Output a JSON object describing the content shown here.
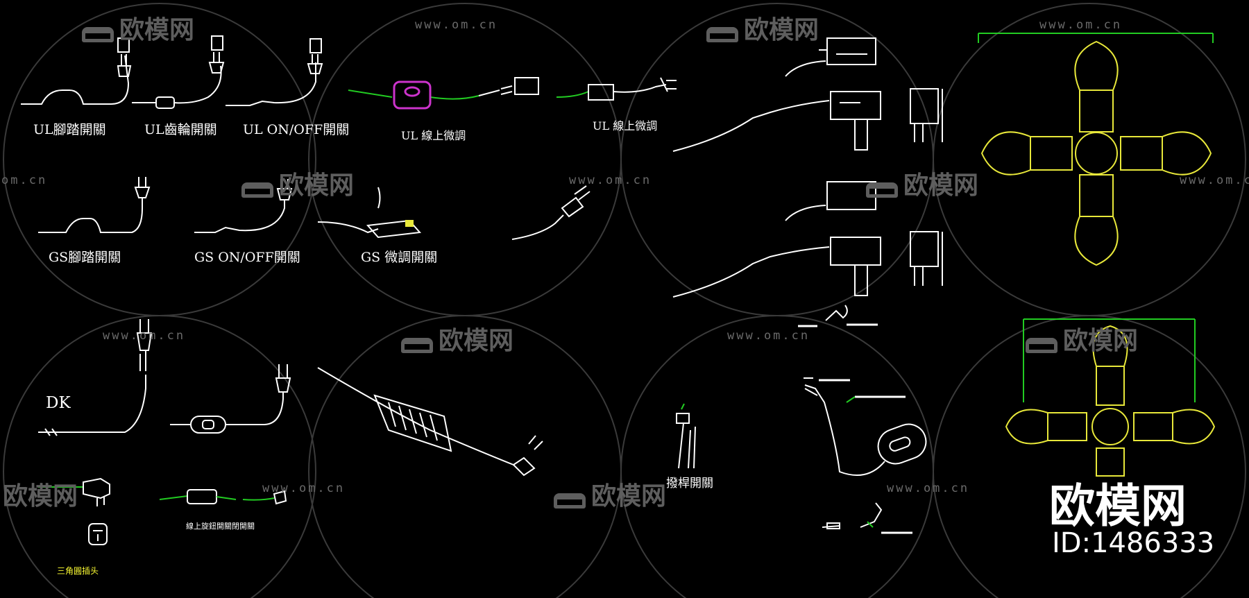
{
  "labels": {
    "ul_foot": "UL腳踏開關",
    "ul_wheel": "UL齒輪開關",
    "ul_onoff": "UL ON/OFF開關",
    "ul_inline_dimmer_1": "UL 線上微調",
    "ul_inline_dimmer_2": "UL 線上微調",
    "gs_foot": "GS腳踏開關",
    "gs_onoff": "GS ON/OFF開關",
    "gs_dimmer": "GS 微調開關",
    "dk": "DK",
    "rocker": "撥桿開關",
    "inline_dimmer_small": "線上旋鈕開關閉開關",
    "triangle_plug": "三角圓插头"
  },
  "watermark": {
    "url": "www.om.cn",
    "url_partial": "om.cn",
    "brand": "欧模网",
    "brand_partial": "欧模网"
  },
  "brand": {
    "name": "欧模网",
    "id_text": "ID:1486333"
  },
  "colors": {
    "background": "#000000",
    "line": "#ffffff",
    "wire_green": "#22cc22",
    "dimmer_magenta": "#cc33cc",
    "bulb_yellow": "#e8e83a",
    "label_yellow": "#ffff33",
    "watermark_gray": "#5e5e5e"
  }
}
